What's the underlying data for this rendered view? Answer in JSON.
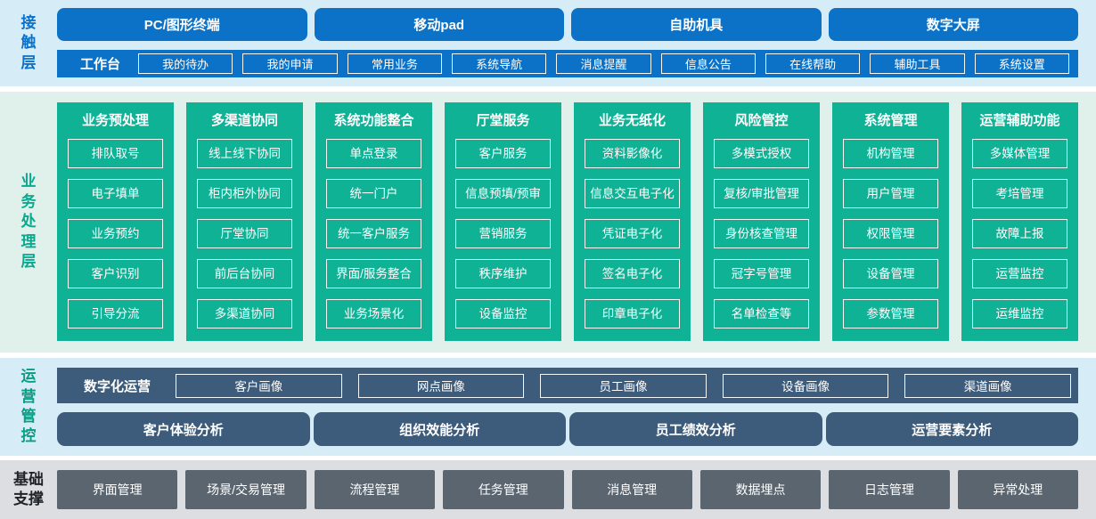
{
  "colors": {
    "primary-blue": "#0b72c8",
    "light-blue-bg": "#d6ecf7",
    "teal-green": "#10b296",
    "mint-bg": "#e0f1ec",
    "dark-slate": "#3d5b7a",
    "gray-btn": "#5a6570",
    "gray-bg": "#dcdee2",
    "label-green": "#0aa88d",
    "label-teal": "#0b9c85",
    "label-dark": "#1f2328"
  },
  "contact": {
    "label": "接触层",
    "channels": [
      "PC/图形终端",
      "移动pad",
      "自助机具",
      "数字大屏"
    ],
    "workbench": {
      "label": "工作台",
      "items": [
        "我的待办",
        "我的申请",
        "常用业务",
        "系统导航",
        "消息提醒",
        "信息公告",
        "在线帮助",
        "辅助工具",
        "系统设置"
      ]
    }
  },
  "business": {
    "label": "业务处理层",
    "columns": [
      {
        "title": "业务预处理",
        "items": [
          "排队取号",
          "电子填单",
          "业务预约",
          "客户识别",
          "引导分流"
        ]
      },
      {
        "title": "多渠道协同",
        "items": [
          "线上线下协同",
          "柜内柜外协同",
          "厅堂协同",
          "前后台协同",
          "多渠道协同"
        ]
      },
      {
        "title": "系统功能整合",
        "items": [
          "单点登录",
          "统一门户",
          "统一客户服务",
          "界面/服务整合",
          "业务场景化"
        ]
      },
      {
        "title": "厅堂服务",
        "items": [
          "客户服务",
          "信息预填/预审",
          "营销服务",
          "秩序维护",
          "设备监控"
        ]
      },
      {
        "title": "业务无纸化",
        "items": [
          "资料影像化",
          "信息交互电子化",
          "凭证电子化",
          "签名电子化",
          "印章电子化"
        ]
      },
      {
        "title": "风险管控",
        "items": [
          "多模式授权",
          "复核/审批管理",
          "身份核查管理",
          "冠字号管理",
          "名单检查等"
        ]
      },
      {
        "title": "系统管理",
        "items": [
          "机构管理",
          "用户管理",
          "权限管理",
          "设备管理",
          "参数管理"
        ]
      },
      {
        "title": "运营辅助功能",
        "items": [
          "多媒体管理",
          "考培管理",
          "故障上报",
          "运营监控",
          "运维监控"
        ]
      }
    ]
  },
  "operations": {
    "label": "运营管控",
    "digital": {
      "label": "数字化运营",
      "items": [
        "客户画像",
        "网点画像",
        "员工画像",
        "设备画像",
        "渠道画像"
      ]
    },
    "analysis": [
      "客户体验分析",
      "组织效能分析",
      "员工绩效分析",
      "运营要素分析"
    ]
  },
  "foundation": {
    "label": "基础支撑",
    "items": [
      "界面管理",
      "场景/交易管理",
      "流程管理",
      "任务管理",
      "消息管理",
      "数据埋点",
      "日志管理",
      "异常处理"
    ]
  }
}
